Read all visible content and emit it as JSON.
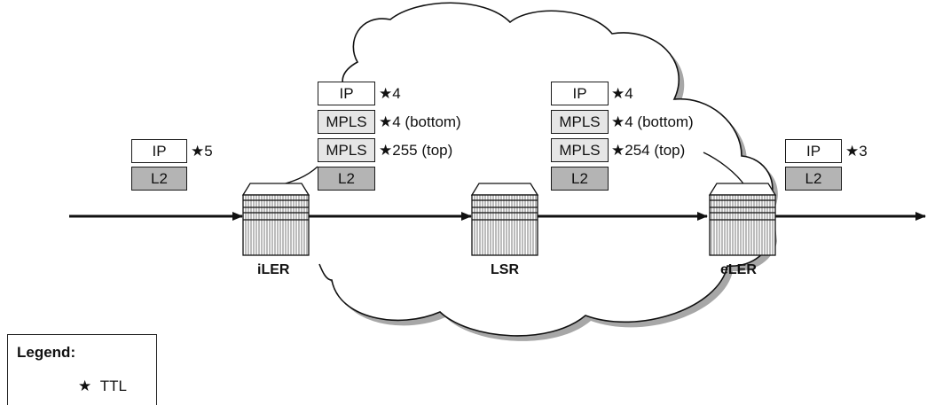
{
  "star": "★",
  "stacks": [
    {
      "id": "pre-ingress",
      "layers": [
        {
          "label": "IP",
          "ttl": "5"
        },
        {
          "label": "L2",
          "ttl": ""
        }
      ]
    },
    {
      "id": "ingress-out",
      "layers": [
        {
          "label": "IP",
          "ttl": "4"
        },
        {
          "label": "MPLS",
          "ttl": "4 (bottom)"
        },
        {
          "label": "MPLS",
          "ttl": "255 (top)"
        },
        {
          "label": "L2",
          "ttl": ""
        }
      ]
    },
    {
      "id": "transit-out",
      "layers": [
        {
          "label": "IP",
          "ttl": "4"
        },
        {
          "label": "MPLS",
          "ttl": "4 (bottom)"
        },
        {
          "label": "MPLS",
          "ttl": "254 (top)"
        },
        {
          "label": "L2",
          "ttl": ""
        }
      ]
    },
    {
      "id": "egress-out",
      "layers": [
        {
          "label": "IP",
          "ttl": "3"
        },
        {
          "label": "L2",
          "ttl": ""
        }
      ]
    }
  ],
  "routers": [
    {
      "label": "iLER"
    },
    {
      "label": "LSR"
    },
    {
      "label": "eLER"
    }
  ],
  "legend": {
    "title": "Legend:",
    "symbol": "★",
    "meaning": "TTL"
  }
}
